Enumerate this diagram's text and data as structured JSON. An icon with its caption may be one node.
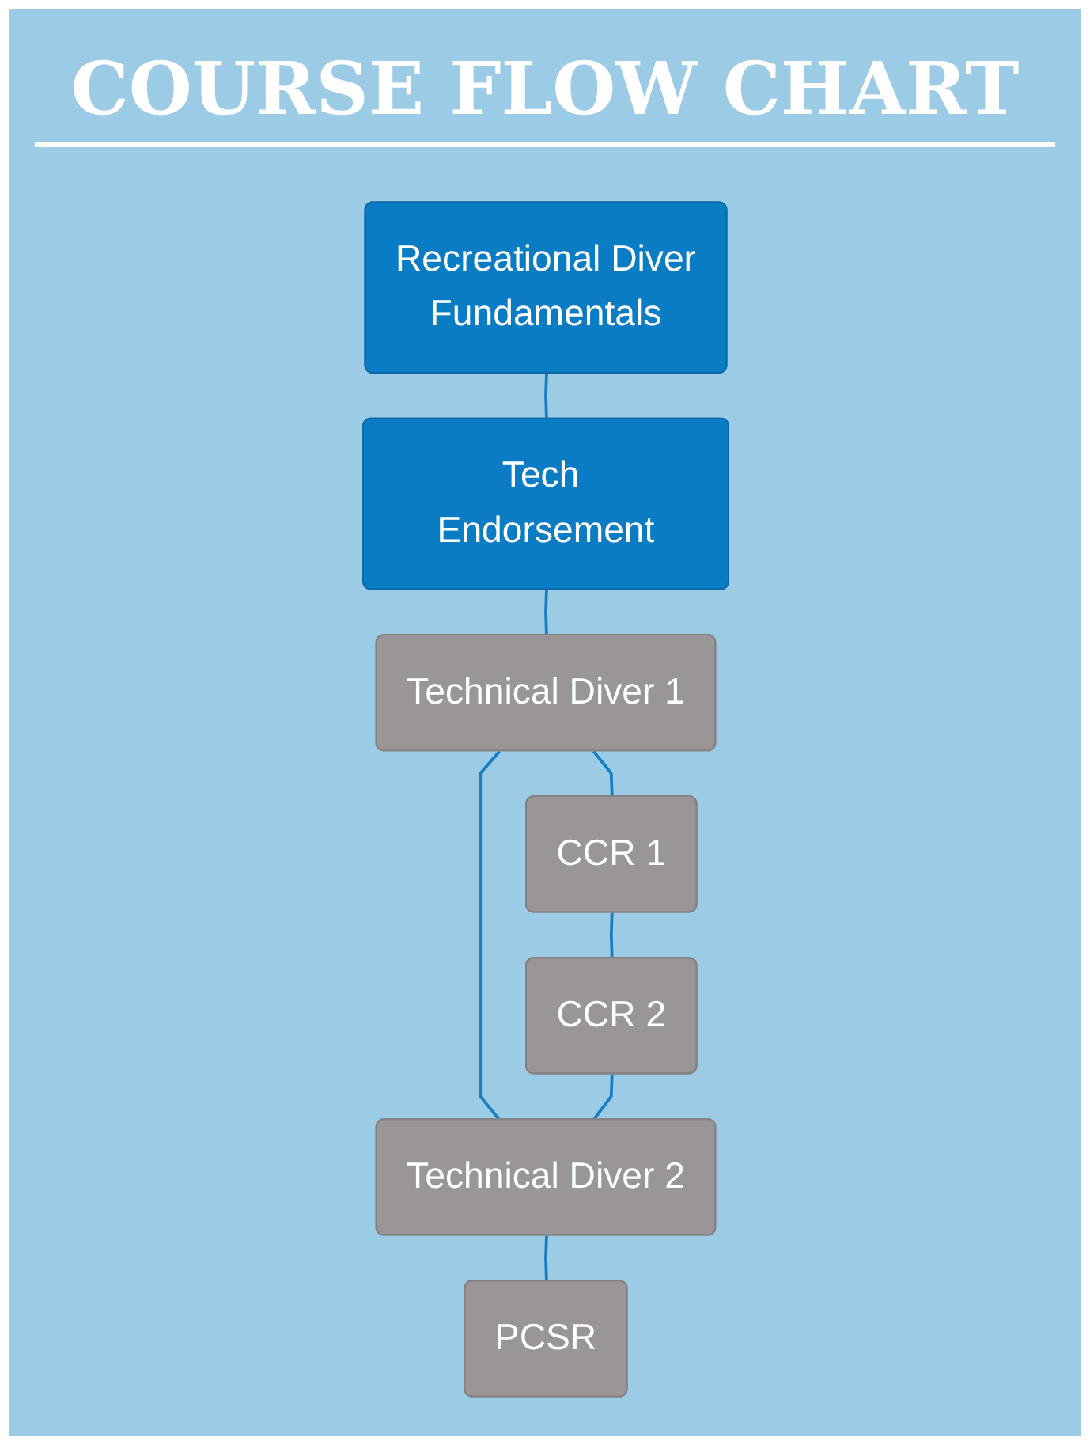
{
  "diagram": {
    "title": "COURSE FLOW CHART",
    "nodes": [
      {
        "text": [
          "Recreational Diver",
          "Fundamentals"
        ]
      },
      {
        "text": [
          "Tech Endorsement"
        ]
      },
      {
        "text": [
          "Technical Diver 1"
        ]
      },
      {
        "text": [
          "CCR 1"
        ]
      },
      {
        "text": [
          "CCR 2"
        ]
      },
      {
        "text": [
          "Technical Diver 2"
        ]
      },
      {
        "text": [
          "PCSR"
        ]
      }
    ],
    "edges": [
      {
        "from": 0,
        "to": 1,
        "arrow": "none"
      },
      {
        "from": 1,
        "to": 2,
        "arrow": "none"
      },
      {
        "from": 2,
        "to": 3,
        "arrow": "none"
      },
      {
        "from": 2,
        "to": 5,
        "arrow": "none"
      },
      {
        "from": 3,
        "to": 4,
        "arrow": "none"
      },
      {
        "from": 4,
        "to": 5,
        "arrow": "none"
      },
      {
        "from": 5,
        "to": 6,
        "arrow": "none"
      }
    ]
  }
}
